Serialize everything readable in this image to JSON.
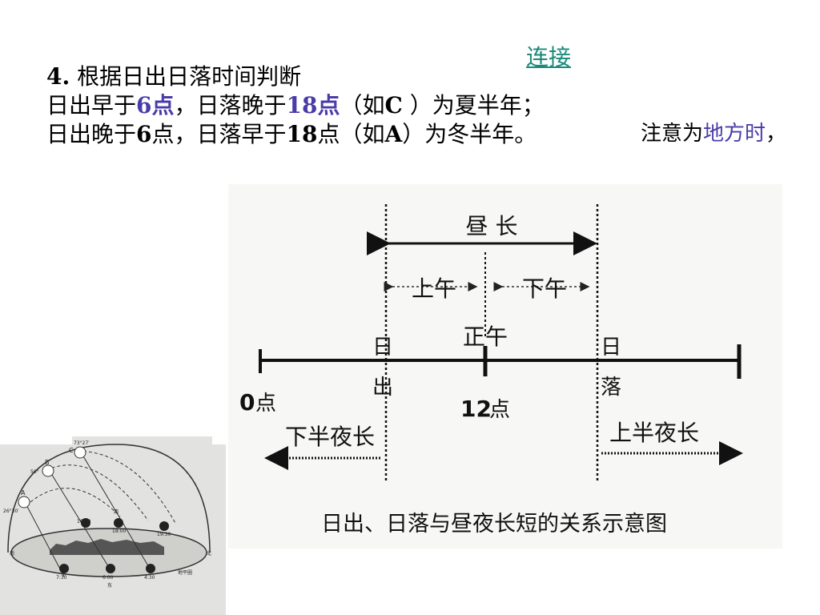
{
  "link": {
    "label": "连接"
  },
  "heading": {
    "number": "4",
    "sep": ".",
    "title": "根据日出日落时间判断"
  },
  "line2": {
    "p1": "日出早于",
    "h1": "6点",
    "p2": "，日落晚于",
    "h2": "18点",
    "p3": "（如",
    "b1": "C",
    "p4": " ）为夏半年；"
  },
  "line3": {
    "p1": "日出晚于",
    "b1": "6",
    "p2": "点，日落早于",
    "b2": "18",
    "p3": "点（如",
    "b3": "A",
    "p4": "）为冬半年。"
  },
  "note": {
    "prefix": "注意为",
    "highlight": "地方时",
    "suffix": "，"
  },
  "diagram": {
    "daylength": "昼 长",
    "morning": "上午",
    "afternoon": "下午",
    "noon": "正午",
    "sunrise_1": "日",
    "sunrise_2": "出",
    "sunset_1": "日",
    "sunset_2": "落",
    "zero_num": "0",
    "zero_unit": "点",
    "twelve_num": "12",
    "twelve_unit": "点",
    "lower_night": "下半夜长",
    "upper_night": "上半夜长",
    "caption": "日出、日落与昼夜长短的关系示意图"
  },
  "sun_figure": {
    "angle_c": "73°27′",
    "angle_b": "50°",
    "angle_a": "26°30′",
    "label_a": "A",
    "label_b": "B",
    "label_c": "C",
    "t1": "16:30",
    "t2": "18:00",
    "t3": "19:30",
    "t4": "7:30",
    "t5": "6:00",
    "t6": "4:30",
    "west": "西",
    "south": "南",
    "north": "北",
    "east": "东",
    "horizon": "地平圈"
  }
}
